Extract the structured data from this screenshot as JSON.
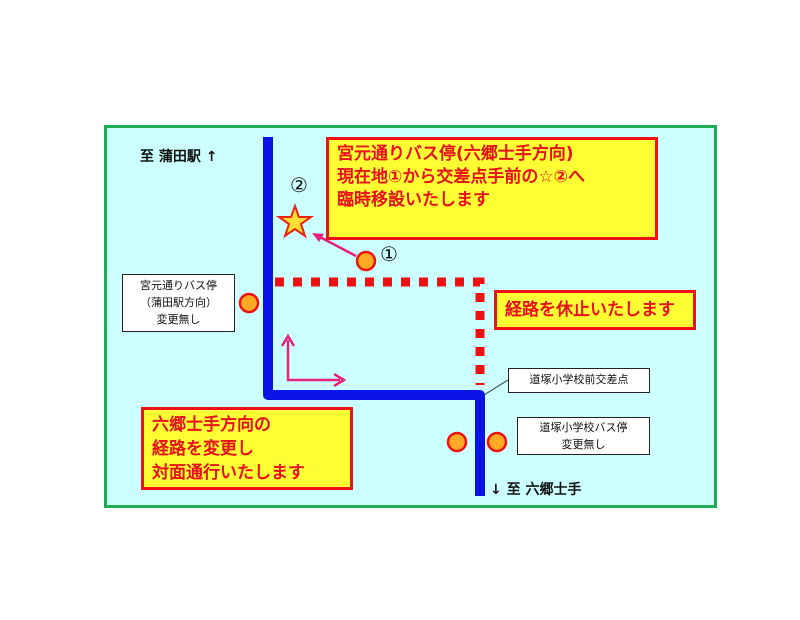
{
  "destinations": {
    "north": "至 蒲田駅 ↑",
    "south": "↓ 至 六郷士手"
  },
  "notice_relocation": {
    "lines": [
      "宮元通りバス停(六郷士手方向)",
      "現在地①から交差点手前の☆②へ",
      "臨時移設いたします"
    ]
  },
  "notice_suspended": "経路を休止いたします",
  "notice_reroute": {
    "lines": [
      "六郷士手方向の",
      "経路を変更し",
      "対面通行いたします"
    ]
  },
  "stop_miyamoto": {
    "lines": [
      "宮元通りバス停",
      "（蒲田駅方向）",
      "変更無し"
    ]
  },
  "intersection_label": "道塚小学校前交差点",
  "stop_michizuka": {
    "lines": [
      "道塚小学校バス停",
      "変更無し"
    ]
  },
  "markers": {
    "current": "①",
    "new": "②"
  },
  "colors": {
    "road": "#0a14e6",
    "suspended": "#ee1111",
    "arrow": "#e8207a",
    "stop": "#ffaa22"
  }
}
